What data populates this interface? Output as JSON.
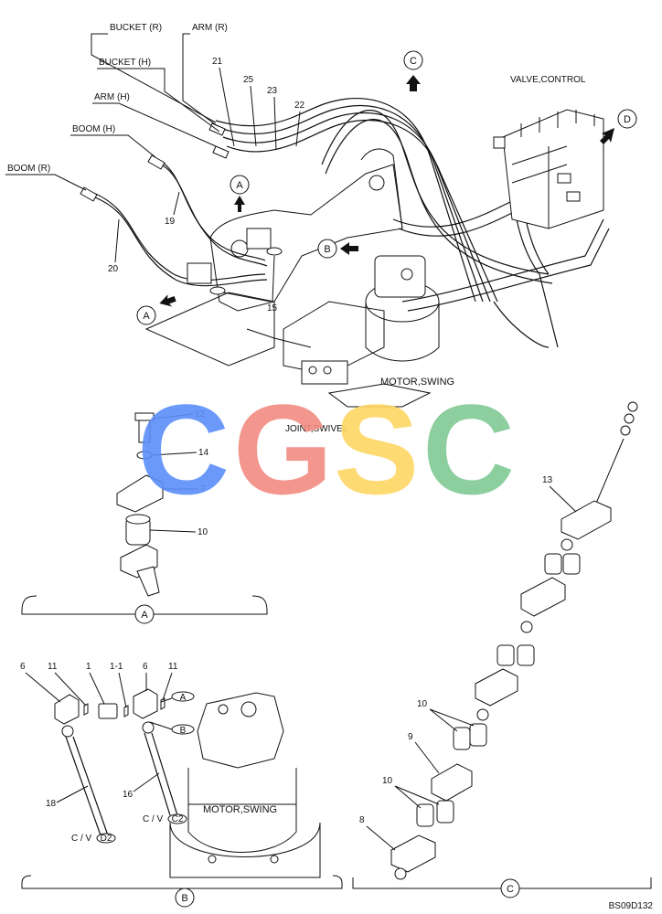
{
  "labels": {
    "bucket_r": "BUCKET (R)",
    "arm_r": "ARM (R)",
    "bucket_h": "BUCKET (H)",
    "arm_h": "ARM (H)",
    "boom_h": "BOOM (H)",
    "boom_r": "BOOM (R)",
    "valve_control": "VALVE,CONTROL",
    "motor_swing_top": "MOTOR,SWING",
    "joint_swivel": "JOINT,SWIVEL",
    "motor_swing_bottom": "MOTOR,SWING",
    "cv_d2": "C / V",
    "cv_c2": "C / V",
    "d2": "D2",
    "c2": "C2",
    "drawing_code": "BS09D132"
  },
  "callouts": {
    "A": "A",
    "B": "B",
    "C": "C",
    "D": "D"
  },
  "part_numbers": {
    "n21": "21",
    "n25": "25",
    "n23": "23",
    "n22": "22",
    "n19": "19",
    "n20": "20",
    "n15": "15",
    "n12": "12",
    "n14": "14",
    "n7": "7",
    "n10a": "10",
    "n13": "13",
    "n6a": "6",
    "n11a": "11",
    "n1": "1",
    "n1_1": "1-1",
    "n6b": "6",
    "n11b": "11",
    "n18": "18",
    "n16": "16",
    "n10b": "10",
    "n9": "9",
    "n10c": "10",
    "n8": "8"
  },
  "watermark": {
    "letters": [
      "C",
      "G",
      "S",
      "C"
    ],
    "colors": [
      "#5b8ff9",
      "#f28b82",
      "#fdd663",
      "#81c995"
    ]
  }
}
